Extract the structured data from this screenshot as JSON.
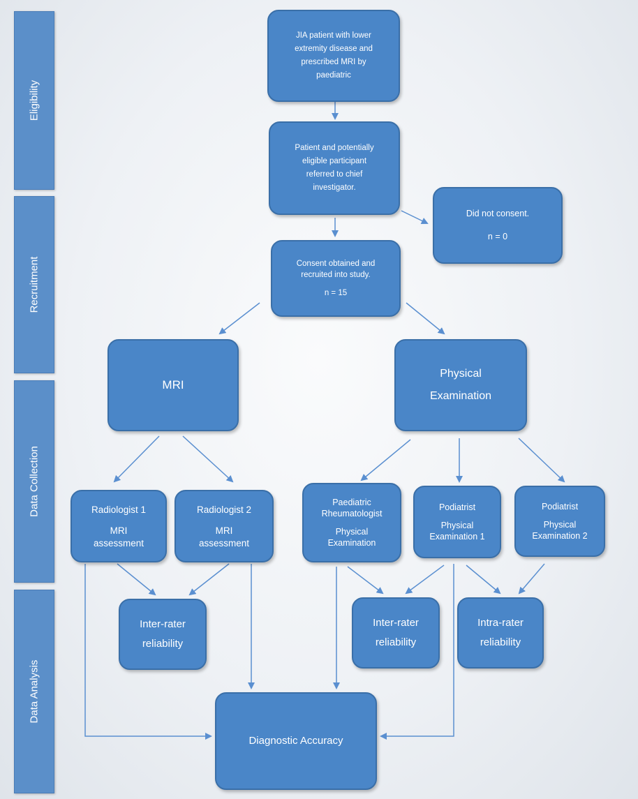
{
  "phases": {
    "eligibility": "Eligibility",
    "recruitment": "Recruitment",
    "data_collection": "Data Collection",
    "data_analysis": "Data Analysis"
  },
  "nodes": {
    "jia_patient": [
      "JIA patient with lower",
      "extremity disease and",
      "prescribed MRI by",
      "paediatric"
    ],
    "referred": [
      "Patient and potentially",
      "eligible participant",
      "referred to chief",
      "investigator."
    ],
    "did_not_consent": {
      "text": "Did not consent.",
      "n": "n = 0"
    },
    "consent": {
      "line1": "Consent obtained and",
      "line2": "recruited into study.",
      "n": "n = 15"
    },
    "mri": "MRI",
    "physical_exam": [
      "Physical",
      "Examination"
    ],
    "radiologist1": {
      "title": "Radiologist 1",
      "sub1": "MRI",
      "sub2": "assessment"
    },
    "radiologist2": {
      "title": "Radiologist 2",
      "sub1": "MRI",
      "sub2": "assessment"
    },
    "paed_rheum": {
      "title1": "Paediatric",
      "title2": "Rheumatologist",
      "sub1": "Physical",
      "sub2": "Examination"
    },
    "podiatrist1": {
      "title": "Podiatrist",
      "sub1": "Physical",
      "sub2": "Examination 1"
    },
    "podiatrist2": {
      "title": "Podiatrist",
      "sub1": "Physical",
      "sub2": "Examination 2"
    },
    "inter_rater_mri": [
      "Inter-rater",
      "reliability"
    ],
    "inter_rater_pe": [
      "Inter-rater",
      "reliability"
    ],
    "intra_rater": [
      "Intra-rater",
      "reliability"
    ],
    "diagnostic_accuracy": "Diagnostic Accuracy"
  },
  "colors": {
    "node_fill": "#4a86c8",
    "node_border": "#3a6fa8",
    "band_fill": "#5b8fc9",
    "arrow": "#5a8fd0"
  }
}
